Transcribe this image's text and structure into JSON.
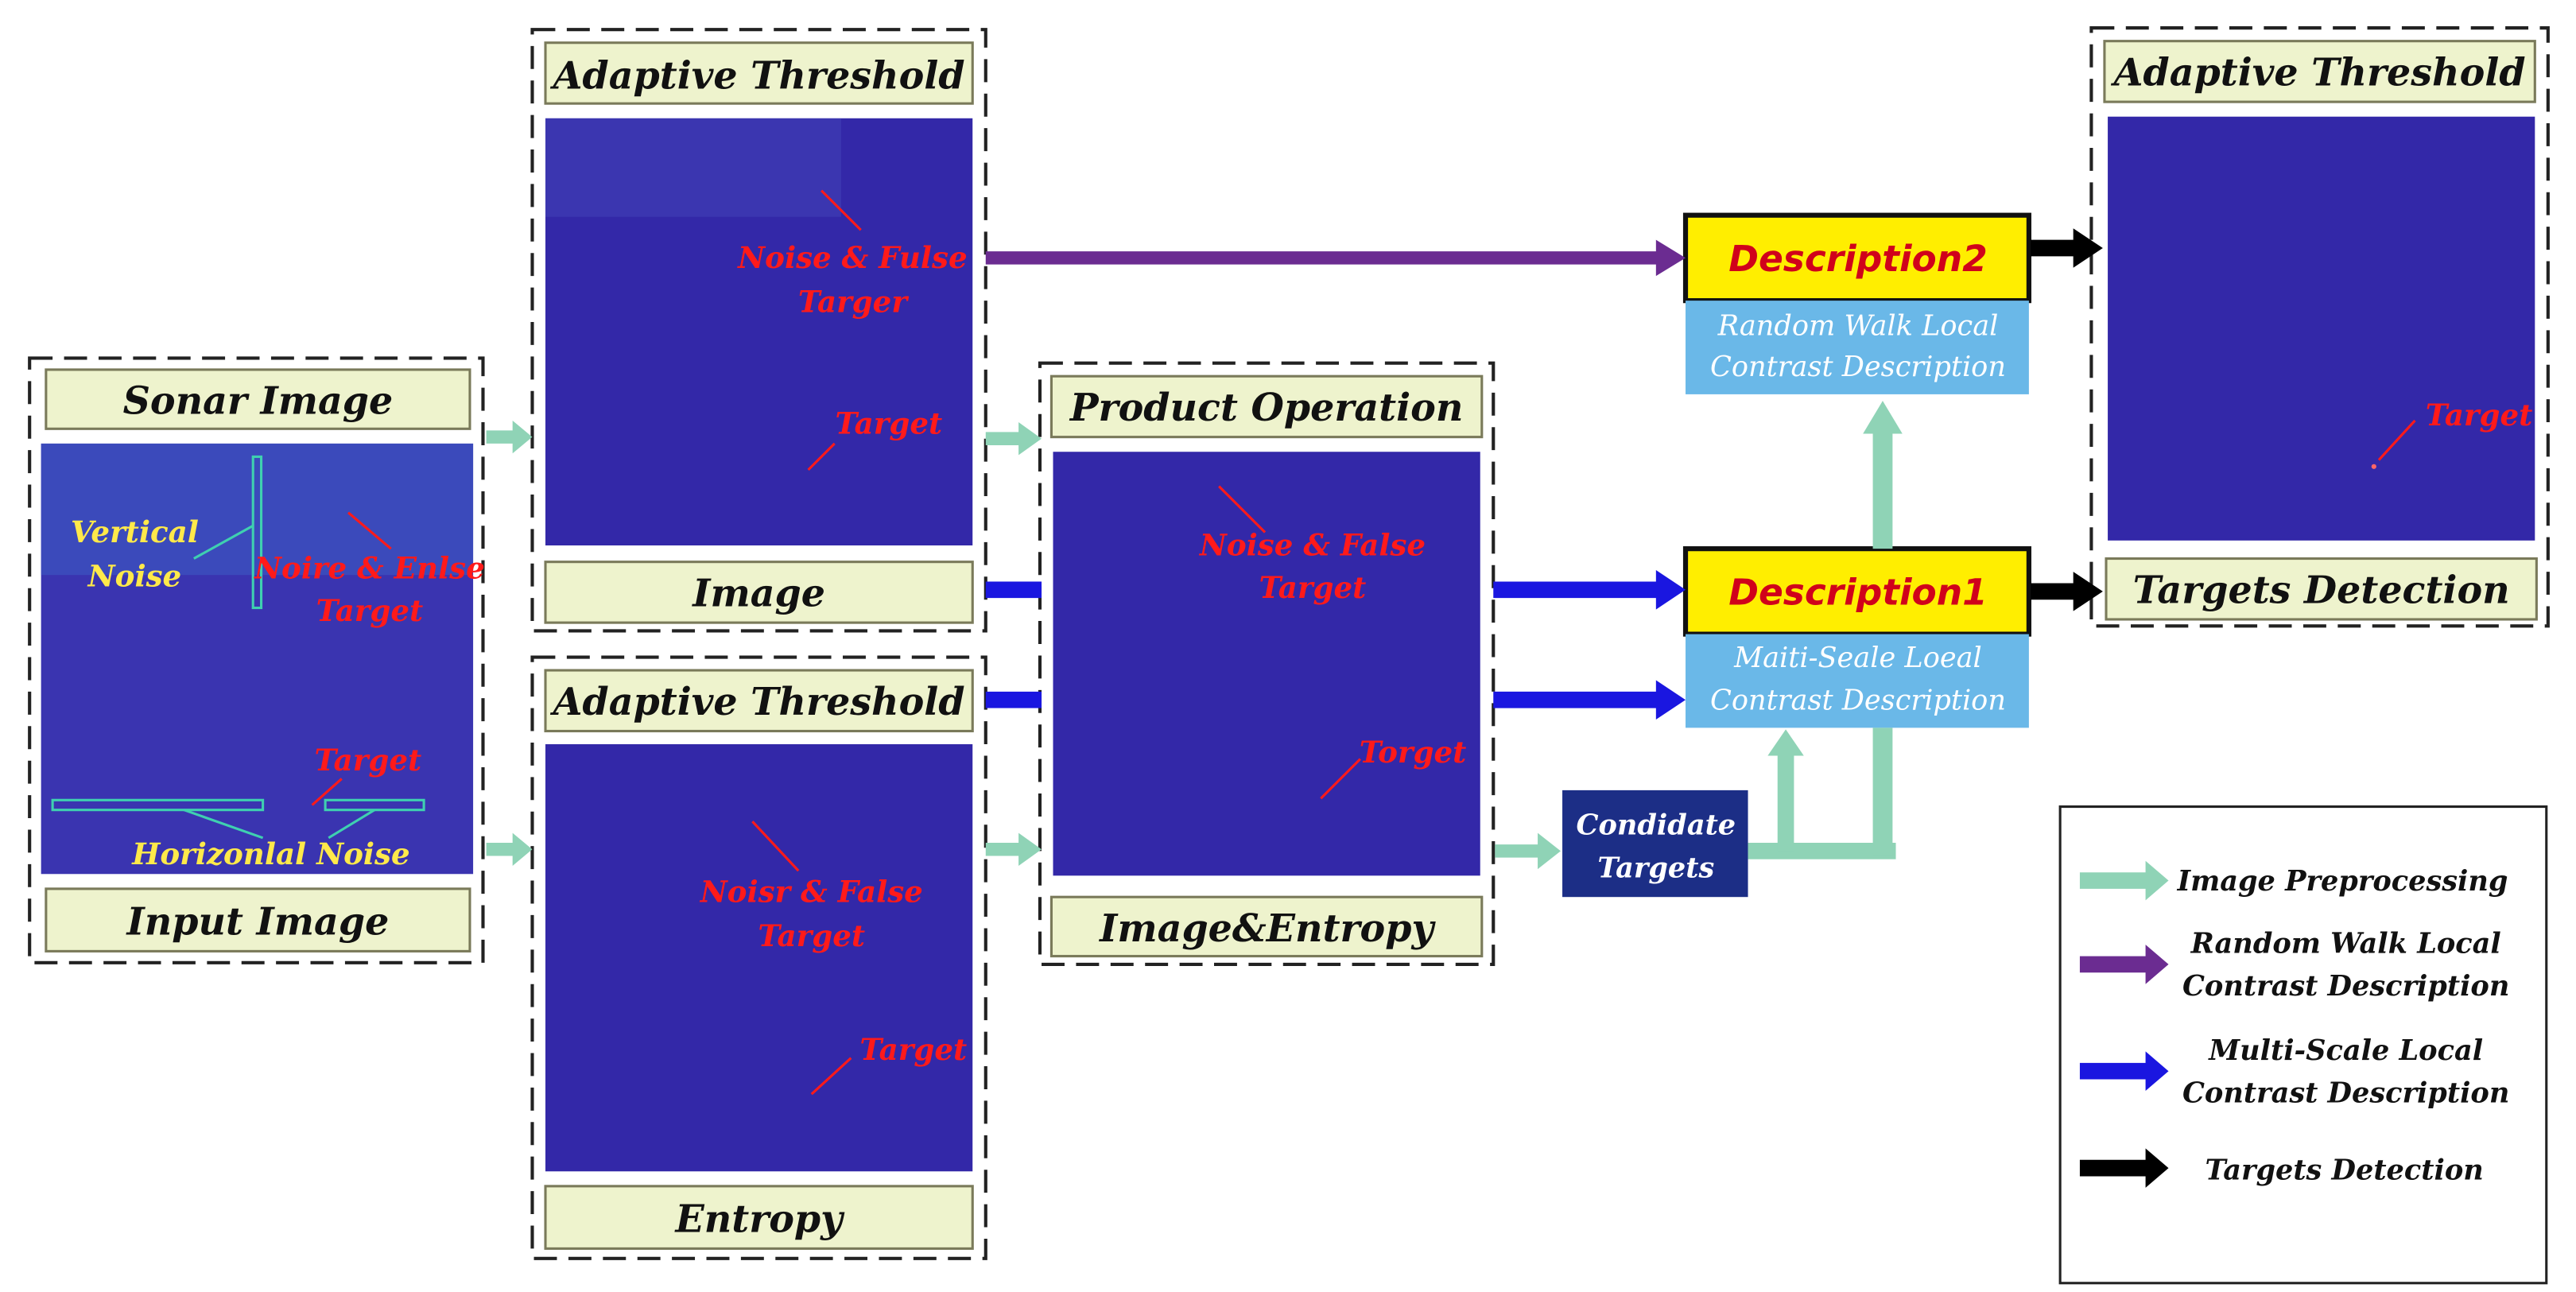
{
  "input_panel": {
    "title": "Sonar Image",
    "caption": "Input Image",
    "annotations": {
      "vertical_1": "Vertical",
      "vertical_2": "Noise",
      "noise_1": "Noire & Enlse",
      "noise_2": "Target",
      "target": "Target",
      "horizontal": "Horizonlal Noise"
    }
  },
  "image_panel": {
    "title": "Adaptive Threshold",
    "caption": "Image",
    "annotations": {
      "noise_1": "Noise & Fulse",
      "noise_2": "Targer",
      "target": "Target"
    }
  },
  "entropy_panel": {
    "title": "Adaptive Threshold",
    "caption": "Entropy",
    "annotations": {
      "noise_1": "Noisr & False",
      "noise_2": "Target",
      "target": "Target"
    }
  },
  "product_panel": {
    "title": "Product Operation",
    "caption": "Image&Entropy",
    "annotations": {
      "noise_1": "Noise & False",
      "noise_2": "Target",
      "target": "Torget"
    }
  },
  "candidate": {
    "line1": "Condidate",
    "line2": "Targets"
  },
  "description2": {
    "title": "Description2",
    "sub_1": "Random Walk Local",
    "sub_2": "Contrast Description"
  },
  "description1": {
    "title": "Description1",
    "sub_1": "Maiti-Seale Loeal",
    "sub_2": "Contrast Description"
  },
  "output_panel": {
    "title": "Adaptive Threshold",
    "caption": "Targets Detection",
    "annotations": {
      "target": "Target"
    }
  },
  "legend": [
    {
      "line1": "Image Preprocessing",
      "line2": "",
      "color": "#8fd3b6"
    },
    {
      "line1": "Random Walk Local",
      "line2": "Contrast Description",
      "color": "#6b2c91"
    },
    {
      "line1": "Multi-Scale Local",
      "line2": "Contrast Description",
      "color": "#1a16e0"
    },
    {
      "line1": "Targets Detection",
      "line2": "",
      "color": "#000000"
    }
  ],
  "colors": {
    "image_fill": "#3328a8",
    "caption_fill": "#eef3cd",
    "description_fill": "#ffee00",
    "description_sub_fill": "#6ab8e8",
    "candidate_fill": "#1c2e86"
  }
}
